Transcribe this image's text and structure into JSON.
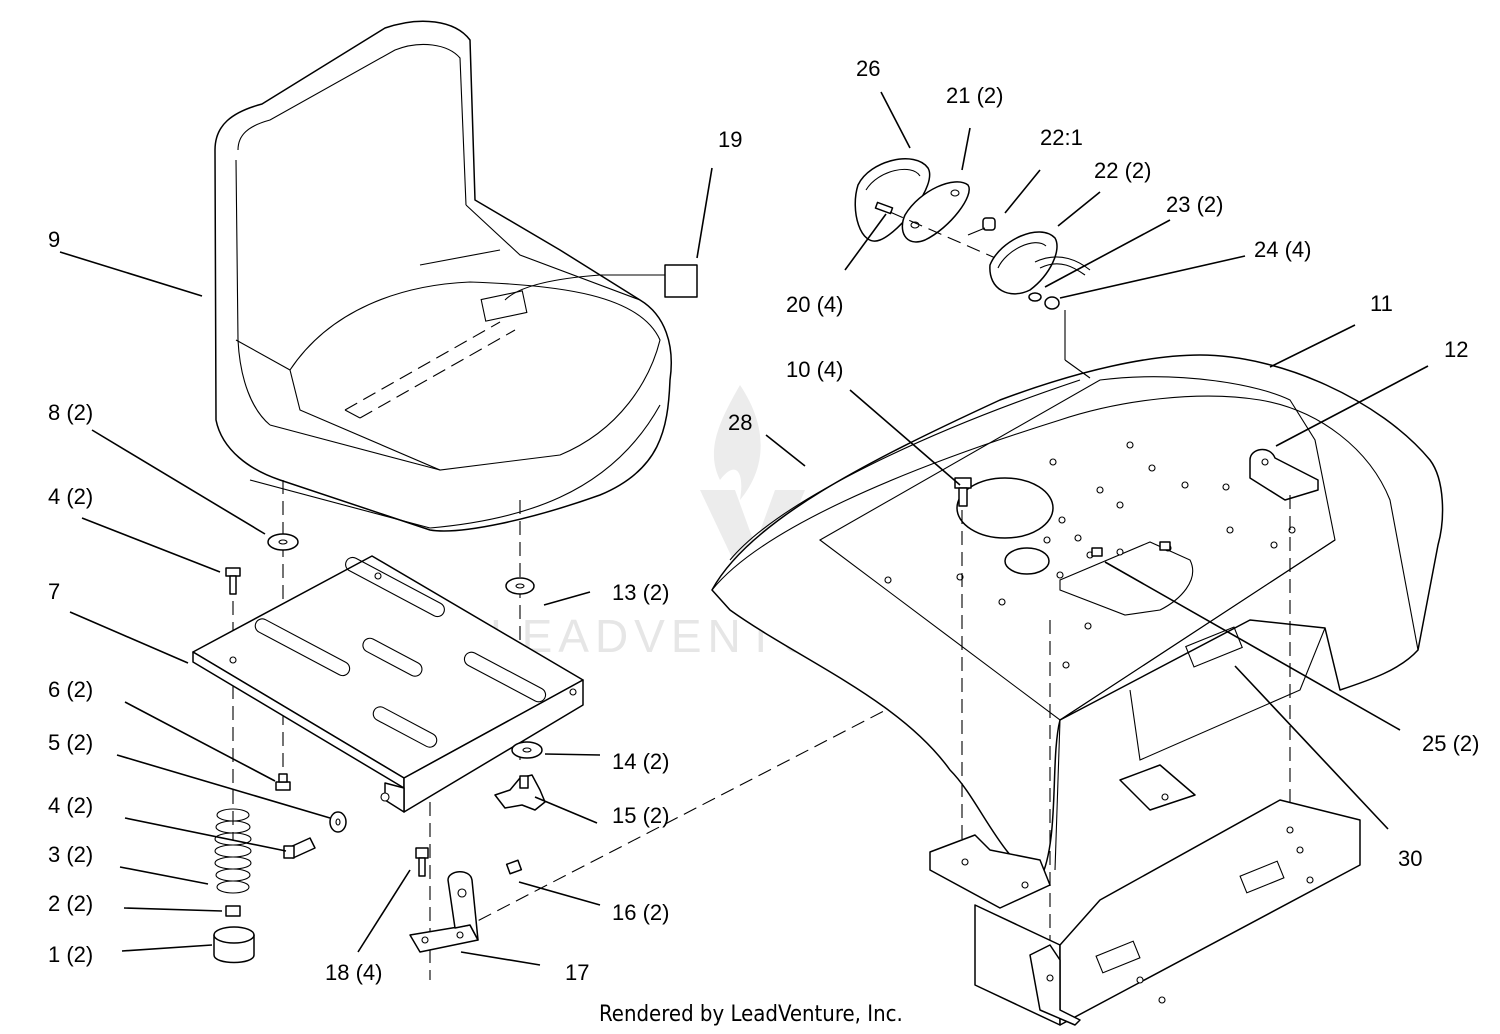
{
  "labels": {
    "l1": "1 (2)",
    "l2": "2 (2)",
    "l3": "3 (2)",
    "l4a": "4 (2)",
    "l4b": "4 (2)",
    "l5": "5 (2)",
    "l6": "6 (2)",
    "l7": "7",
    "l8": "8 (2)",
    "l9": "9",
    "l10": "10 (4)",
    "l11": "11",
    "l12": "12",
    "l13": "13 (2)",
    "l14": "14 (2)",
    "l15": "15 (2)",
    "l16": "16 (2)",
    "l17": "17",
    "l18": "18 (4)",
    "l19": "19",
    "l20": "20 (4)",
    "l21": "21 (2)",
    "l22a": "22:1",
    "l22b": "22 (2)",
    "l23": "23 (2)",
    "l24": "24 (4)",
    "l25": "25 (2)",
    "l26": "26",
    "l28": "28",
    "l30": "30"
  },
  "footer": "Rendered by LeadVenture, Inc.",
  "watermark": "LEADVENTURE"
}
